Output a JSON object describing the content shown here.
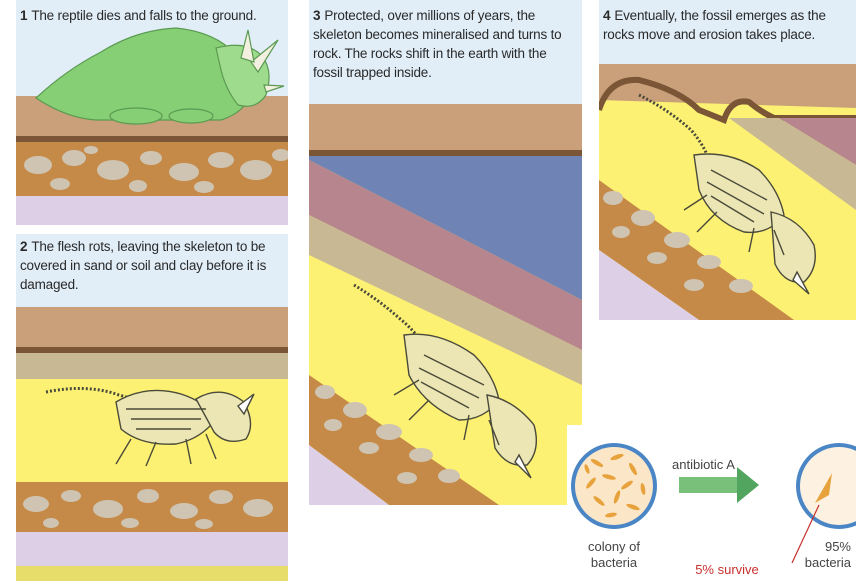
{
  "panels": [
    {
      "number": "1",
      "text": "The reptile dies and falls to the ground."
    },
    {
      "number": "2",
      "text": "The flesh rots, leaving the skeleton to be covered in sand or soil and clay before it is damaged."
    },
    {
      "number": "3",
      "text": "Protected, over millions of years, the skeleton becomes mineralised and turns to rock. The rocks shift in the earth with the fossil trapped inside."
    },
    {
      "number": "4",
      "text": "Eventually, the fossil emerges as the rocks move and erosion takes place."
    }
  ],
  "bacteria": {
    "arrow_label": "antibiotic A",
    "colony_label_line1": "colony of",
    "colony_label_line2": "bacteria",
    "survive_label": "5% survive",
    "killed_pct": "95%",
    "killed_label": "bacteria"
  },
  "colors": {
    "sky": "#e1eef8",
    "soil": "#c9a07a",
    "dark_band": "#7a5637",
    "pebble_layer": "#c58a48",
    "pebble": "#cfc4b2",
    "lilac": "#ddd0e6",
    "yellow": "#fdf173",
    "tan": "#c8b894",
    "blue": "#6f84b5",
    "rose": "#b6858e",
    "dino_green": "#86cf74",
    "bone": "#ece6b4",
    "arrow_green": "#52a55e",
    "bacteria_orange": "#e8a23c",
    "dish_blue": "#4a86c5"
  }
}
